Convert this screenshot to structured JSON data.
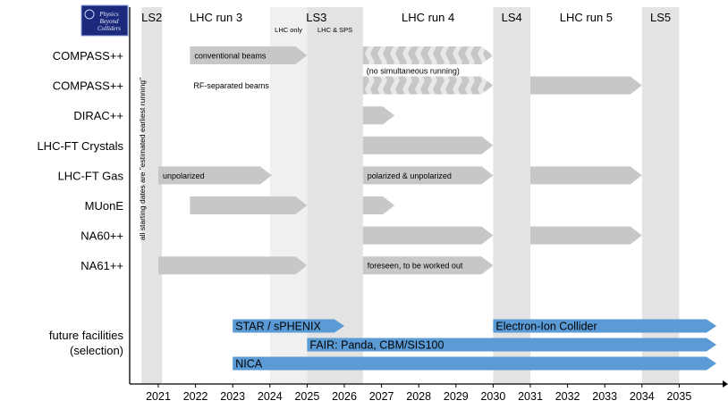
{
  "chart_data": {
    "type": "gantt",
    "logo": {
      "lines": [
        "Physics",
        "Beyond",
        "Colliders"
      ]
    },
    "phases": [
      {
        "label": "LS2",
        "start": 2020.55,
        "end": 2021.1,
        "kind": "shutdown"
      },
      {
        "label": "LHC run 3",
        "start": 2021.1,
        "end": 2024.0,
        "kind": "run"
      },
      {
        "label": "LS3",
        "start": 2024.0,
        "end": 2026.5,
        "kind": "shutdown"
      },
      {
        "label": "LHC run 4",
        "start": 2026.5,
        "end": 2030.0,
        "kind": "run"
      },
      {
        "label": "LS4",
        "start": 2030.0,
        "end": 2031.0,
        "kind": "shutdown"
      },
      {
        "label": "LHC run 5",
        "start": 2031.0,
        "end": 2034.0,
        "kind": "run"
      },
      {
        "label": "LS5",
        "start": 2034.0,
        "end": 2035.0,
        "kind": "shutdown"
      }
    ],
    "ls3_sublabels": [
      {
        "text": "LHC only",
        "start": 2024.0,
        "end": 2025.0
      },
      {
        "text": "LHC & SPS",
        "start": 2025.0,
        "end": 2026.5
      }
    ],
    "rotated_note": "all starting dates are \"estimated earliest running\"",
    "rows": [
      {
        "label": "COMPASS++",
        "bars": [
          {
            "start": 2021.85,
            "end": 2025.0,
            "style": "solid",
            "text": "conventional beams"
          },
          {
            "start": 2026.5,
            "end": 2030.0,
            "style": "hatched",
            "text": ""
          }
        ]
      },
      {
        "label": "COMPASS++",
        "bars": [
          {
            "start": 2026.5,
            "end": 2030.0,
            "style": "hatched",
            "text": ""
          },
          {
            "start": 2031.0,
            "end": 2034.0,
            "style": "solid",
            "text": ""
          }
        ]
      },
      {
        "label": "DIRAC++",
        "bars": [
          {
            "start": 2026.5,
            "end": 2027.35,
            "style": "solid",
            "text": ""
          }
        ]
      },
      {
        "label": "LHC-FT Crystals",
        "bars": [
          {
            "start": 2026.5,
            "end": 2030.0,
            "style": "solid",
            "text": ""
          }
        ]
      },
      {
        "label": "LHC-FT Gas",
        "bars": [
          {
            "start": 2021.0,
            "end": 2024.05,
            "style": "solid",
            "text": "unpolarized"
          },
          {
            "start": 2026.5,
            "end": 2030.0,
            "style": "solid",
            "text": "polarized & unpolarized"
          },
          {
            "start": 2031.0,
            "end": 2034.0,
            "style": "solid",
            "text": ""
          }
        ]
      },
      {
        "label": "MUonE",
        "bars": [
          {
            "start": 2021.85,
            "end": 2025.0,
            "style": "solid",
            "text": ""
          },
          {
            "start": 2026.5,
            "end": 2027.35,
            "style": "solid",
            "text": ""
          }
        ]
      },
      {
        "label": "NA60++",
        "bars": [
          {
            "start": 2026.5,
            "end": 2030.0,
            "style": "solid",
            "text": ""
          },
          {
            "start": 2031.0,
            "end": 2034.0,
            "style": "solid",
            "text": ""
          }
        ]
      },
      {
        "label": "NA61++",
        "bars": [
          {
            "start": 2021.0,
            "end": 2025.0,
            "style": "solid",
            "text": ""
          },
          {
            "start": 2026.5,
            "end": 2030.0,
            "style": "solid",
            "text": "foreseen, to be worked out"
          }
        ]
      }
    ],
    "annotations": [
      {
        "text": "(no simultaneous running)",
        "row": 0.5,
        "x": 2026.5
      },
      {
        "text": "RF-separated beams",
        "row": 1,
        "x": 2021.85
      }
    ],
    "facilities_label": [
      "future facilities",
      "(selection)"
    ],
    "facilities": [
      {
        "text": "STAR / sPHENIX",
        "start": 2023.0,
        "end": 2026.0
      },
      {
        "text": "Electron-Ion Collider",
        "start": 2030.0,
        "end": 2036.0
      },
      {
        "text": "FAIR: Panda, CBM/SIS100",
        "start": 2025.0,
        "end": 2036.0
      },
      {
        "text": "NICA",
        "start": 2023.0,
        "end": 2036.0
      }
    ],
    "x_ticks": [
      2021,
      2022,
      2023,
      2024,
      2025,
      2026,
      2027,
      2028,
      2029,
      2030,
      2031,
      2032,
      2033,
      2034,
      2035
    ],
    "colors": {
      "shutdown_band": "#e3e3e3",
      "ls3_light_band": "#f0f0f0",
      "bar": "#c7c7c7",
      "hatch_light": "#e8e8e8",
      "facility": "#5a9bd5",
      "axis": "#000000",
      "logo_bg": "#1b2a7a"
    }
  }
}
